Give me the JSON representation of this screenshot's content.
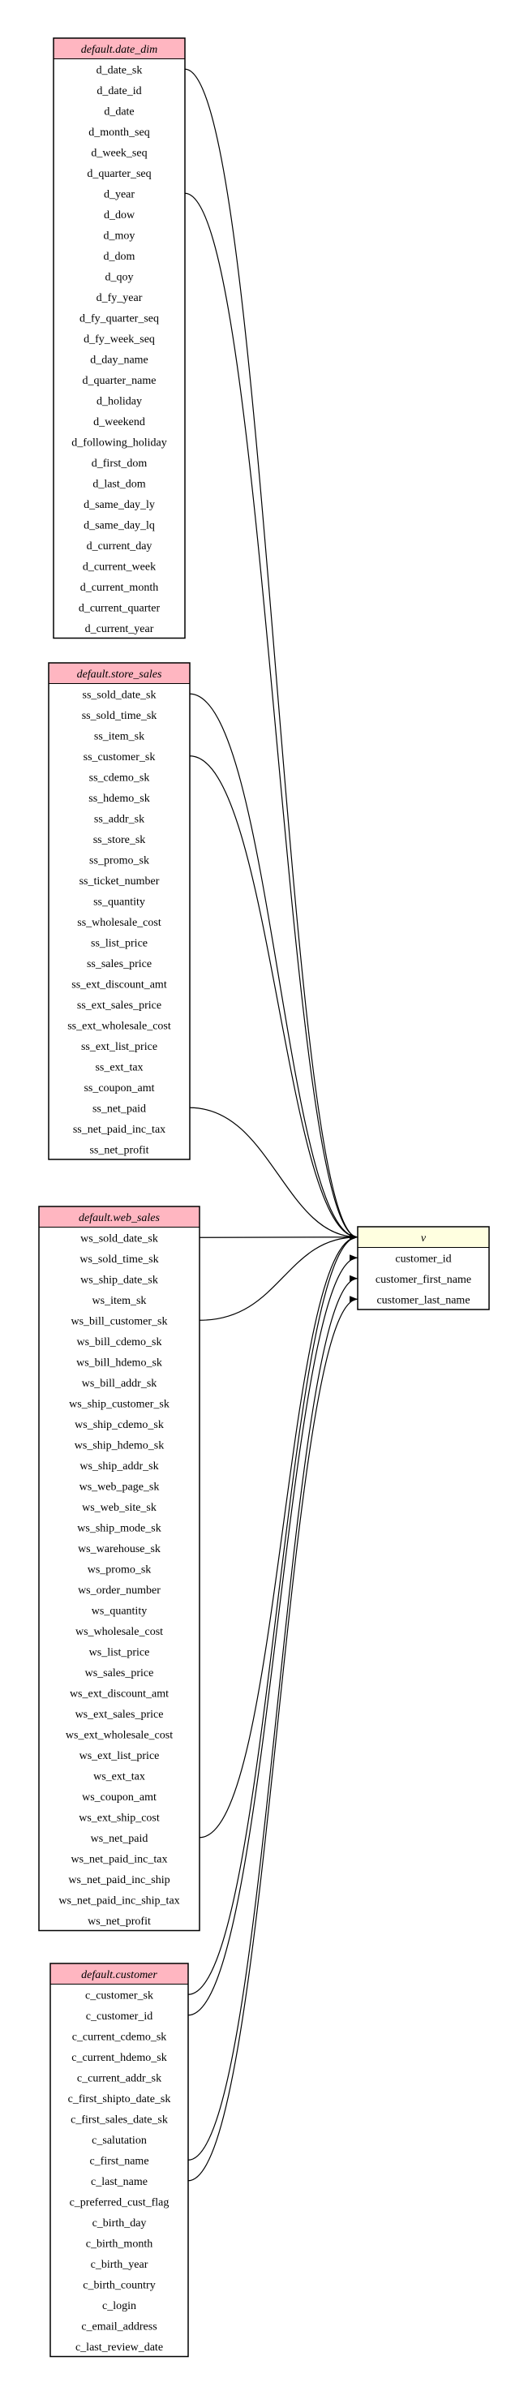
{
  "colors": {
    "source_header": "#ffb6c1",
    "target_header": "#ffffe0",
    "border": "#000000",
    "edge": "#000000"
  },
  "tables": [
    {
      "name": "default.date_dim",
      "role": "source",
      "columns": [
        "d_date_sk",
        "d_date_id",
        "d_date",
        "d_month_seq",
        "d_week_seq",
        "d_quarter_seq",
        "d_year",
        "d_dow",
        "d_moy",
        "d_dom",
        "d_qoy",
        "d_fy_year",
        "d_fy_quarter_seq",
        "d_fy_week_seq",
        "d_day_name",
        "d_quarter_name",
        "d_holiday",
        "d_weekend",
        "d_following_holiday",
        "d_first_dom",
        "d_last_dom",
        "d_same_day_ly",
        "d_same_day_lq",
        "d_current_day",
        "d_current_week",
        "d_current_month",
        "d_current_quarter",
        "d_current_year"
      ]
    },
    {
      "name": "default.store_sales",
      "role": "source",
      "columns": [
        "ss_sold_date_sk",
        "ss_sold_time_sk",
        "ss_item_sk",
        "ss_customer_sk",
        "ss_cdemo_sk",
        "ss_hdemo_sk",
        "ss_addr_sk",
        "ss_store_sk",
        "ss_promo_sk",
        "ss_ticket_number",
        "ss_quantity",
        "ss_wholesale_cost",
        "ss_list_price",
        "ss_sales_price",
        "ss_ext_discount_amt",
        "ss_ext_sales_price",
        "ss_ext_wholesale_cost",
        "ss_ext_list_price",
        "ss_ext_tax",
        "ss_coupon_amt",
        "ss_net_paid",
        "ss_net_paid_inc_tax",
        "ss_net_profit"
      ]
    },
    {
      "name": "default.web_sales",
      "role": "source",
      "columns": [
        "ws_sold_date_sk",
        "ws_sold_time_sk",
        "ws_ship_date_sk",
        "ws_item_sk",
        "ws_bill_customer_sk",
        "ws_bill_cdemo_sk",
        "ws_bill_hdemo_sk",
        "ws_bill_addr_sk",
        "ws_ship_customer_sk",
        "ws_ship_cdemo_sk",
        "ws_ship_hdemo_sk",
        "ws_ship_addr_sk",
        "ws_web_page_sk",
        "ws_web_site_sk",
        "ws_ship_mode_sk",
        "ws_warehouse_sk",
        "ws_promo_sk",
        "ws_order_number",
        "ws_quantity",
        "ws_wholesale_cost",
        "ws_list_price",
        "ws_sales_price",
        "ws_ext_discount_amt",
        "ws_ext_sales_price",
        "ws_ext_wholesale_cost",
        "ws_ext_list_price",
        "ws_ext_tax",
        "ws_coupon_amt",
        "ws_ext_ship_cost",
        "ws_net_paid",
        "ws_net_paid_inc_tax",
        "ws_net_paid_inc_ship",
        "ws_net_paid_inc_ship_tax",
        "ws_net_profit"
      ]
    },
    {
      "name": "default.customer",
      "role": "source",
      "columns": [
        "c_customer_sk",
        "c_customer_id",
        "c_current_cdemo_sk",
        "c_current_hdemo_sk",
        "c_current_addr_sk",
        "c_first_shipto_date_sk",
        "c_first_sales_date_sk",
        "c_salutation",
        "c_first_name",
        "c_last_name",
        "c_preferred_cust_flag",
        "c_birth_day",
        "c_birth_month",
        "c_birth_year",
        "c_birth_country",
        "c_login",
        "c_email_address",
        "c_last_review_date"
      ]
    },
    {
      "name": "v",
      "role": "target",
      "columns": [
        "customer_id",
        "customer_first_name",
        "customer_last_name"
      ]
    }
  ],
  "edges": [
    {
      "from": [
        "default.date_dim",
        "d_date_sk"
      ],
      "to": [
        "v",
        ""
      ]
    },
    {
      "from": [
        "default.date_dim",
        "d_year"
      ],
      "to": [
        "v",
        ""
      ]
    },
    {
      "from": [
        "default.store_sales",
        "ss_sold_date_sk"
      ],
      "to": [
        "v",
        ""
      ]
    },
    {
      "from": [
        "default.store_sales",
        "ss_customer_sk"
      ],
      "to": [
        "v",
        ""
      ]
    },
    {
      "from": [
        "default.store_sales",
        "ss_net_paid"
      ],
      "to": [
        "v",
        ""
      ]
    },
    {
      "from": [
        "default.web_sales",
        "ws_sold_date_sk"
      ],
      "to": [
        "v",
        ""
      ]
    },
    {
      "from": [
        "default.web_sales",
        "ws_bill_customer_sk"
      ],
      "to": [
        "v",
        ""
      ]
    },
    {
      "from": [
        "default.web_sales",
        "ws_net_paid"
      ],
      "to": [
        "v",
        ""
      ]
    },
    {
      "from": [
        "default.customer",
        "c_customer_sk"
      ],
      "to": [
        "v",
        ""
      ]
    },
    {
      "from": [
        "default.customer",
        "c_customer_id"
      ],
      "to": [
        "v",
        "customer_id"
      ]
    },
    {
      "from": [
        "default.customer",
        "c_first_name"
      ],
      "to": [
        "v",
        "customer_first_name"
      ]
    },
    {
      "from": [
        "default.customer",
        "c_last_name"
      ],
      "to": [
        "v",
        "customer_last_name"
      ]
    }
  ]
}
